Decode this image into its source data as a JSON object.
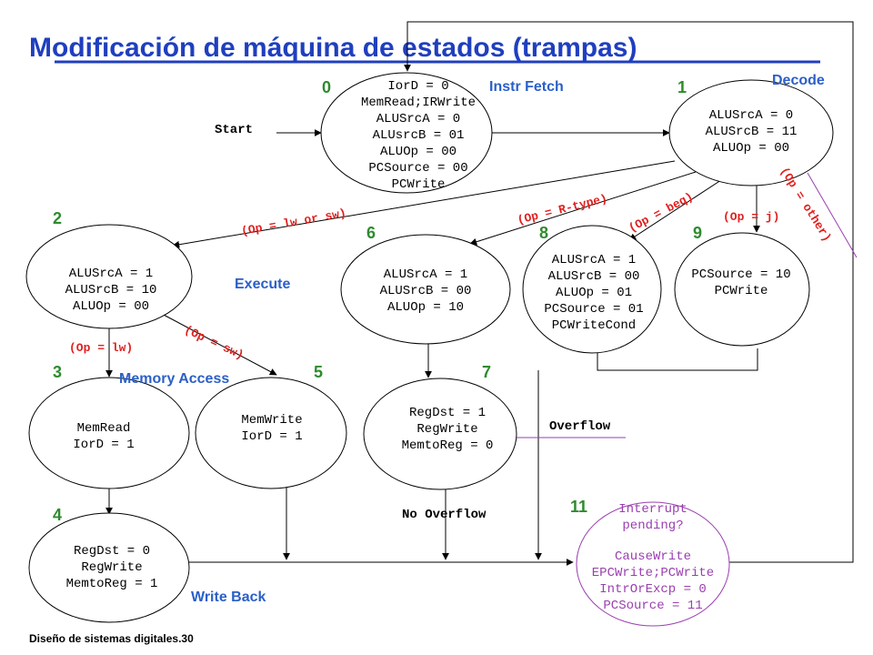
{
  "title": "Modificación de máquina de estados (trampas)",
  "footer": "Diseño de sistemas digitales.30",
  "colors": {
    "title": "#1f3fbf",
    "state_number": "#2e8b2e",
    "condition": "#e0201e",
    "phase": "#2b5fc8",
    "exception": "#9a3fb0",
    "line": "#000000"
  },
  "start_label": "Start",
  "phases": {
    "instr_fetch": "Instr Fetch",
    "decode": "Decode",
    "execute": "Execute",
    "memory_access": "Memory Access",
    "write_back": "Write Back"
  },
  "states": {
    "s0": {
      "number": "0",
      "lines": [
        "IorD = 0",
        "MemRead;IRWrite",
        "ALUSrcA = 0",
        "ALUsrcB = 01",
        "ALUOp = 00",
        "PCSource = 00",
        "PCWrite"
      ]
    },
    "s1": {
      "number": "1",
      "lines": [
        "ALUSrcA = 0",
        "ALUSrcB = 11",
        "ALUOp = 00"
      ]
    },
    "s2": {
      "number": "2",
      "lines": [
        "ALUSrcA = 1",
        "ALUSrcB = 10",
        "ALUOp = 00"
      ]
    },
    "s3": {
      "number": "3",
      "lines": [
        "MemRead",
        "IorD = 1"
      ]
    },
    "s4": {
      "number": "4",
      "lines": [
        "RegDst = 0",
        "RegWrite",
        "MemtoReg = 1"
      ]
    },
    "s5": {
      "number": "5",
      "lines": [
        "MemWrite",
        "IorD = 1"
      ]
    },
    "s6": {
      "number": "6",
      "lines": [
        "ALUSrcA = 1",
        "ALUSrcB = 00",
        "ALUOp = 10"
      ]
    },
    "s7": {
      "number": "7",
      "lines": [
        "RegDst = 1",
        "RegWrite",
        "MemtoReg = 0"
      ]
    },
    "s8": {
      "number": "8",
      "lines": [
        "ALUSrcA = 1",
        "ALUSrcB = 00",
        "ALUOp = 01",
        "PCSource = 01",
        "PCWriteCond"
      ]
    },
    "s9": {
      "number": "9",
      "lines": [
        "PCSource = 10",
        "PCWrite"
      ]
    },
    "s11": {
      "number": "11",
      "lines": [
        "Interrupt",
        "pending?",
        "",
        "CauseWrite",
        "EPCWrite;PCWrite",
        "IntrOrExcp = 0",
        "PCSource = 11"
      ]
    }
  },
  "conditions": {
    "lw_or_sw": "(Op = lw or sw)",
    "r_type": "(Op = R-type)",
    "beq": "(Op = beq)",
    "j": "(Op = j)",
    "other": "(Op = other)",
    "lw": "(Op = lw)",
    "sw": "(Op = sw)"
  },
  "overflow_label": "Overflow",
  "no_overflow_label": "No Overflow"
}
